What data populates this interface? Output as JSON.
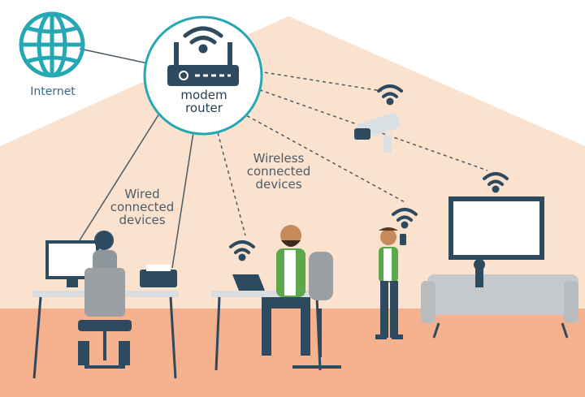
{
  "labels": {
    "internet": "Internet",
    "router": [
      "modem",
      "router"
    ],
    "wired": [
      "Wired",
      "connected",
      "devices"
    ],
    "wireless": [
      "Wireless",
      "connected",
      "devices"
    ]
  },
  "colors": {
    "house": "#fbe2cf",
    "floor": "#f6b18e",
    "accent_teal": "#26a7b4",
    "router_body": "#2e4a5e",
    "line": "#3f4f5a",
    "jacket_green": "#5aa84a",
    "furniture_gray": "#9aa0a3"
  },
  "icons": [
    "globe-icon",
    "router-icon",
    "wifi-icon",
    "security-camera-icon",
    "tv-icon",
    "monitor-icon",
    "printer-icon",
    "laptop-icon",
    "smartphone-icon"
  ]
}
